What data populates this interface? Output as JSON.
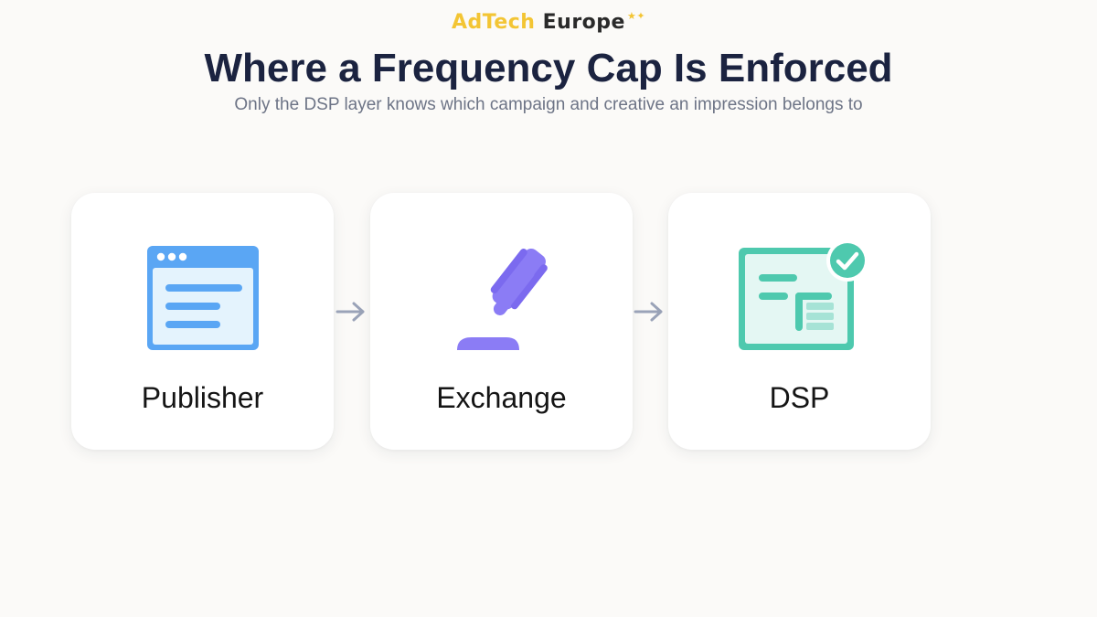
{
  "brand": {
    "part1": "AdTech",
    "part2": "Europe",
    "stars": "★✦"
  },
  "title": "Where a Frequency Cap Is Enforced",
  "subtitle": "Only the DSP layer knows which campaign and creative an impression belongs to",
  "cards": [
    {
      "label": "Publisher",
      "icon": "browser-window-icon"
    },
    {
      "label": "Exchange",
      "icon": "auction-gavel-icon"
    },
    {
      "label": "DSP",
      "icon": "dashboard-check-icon"
    }
  ],
  "flow_arrows": [
    "arrow-right-icon",
    "arrow-right-icon"
  ],
  "colors": {
    "background": "#fbfaf8",
    "title": "#1b2340",
    "subtitle": "#6d7486",
    "brand_gold": "#f3c534",
    "publisher_blue": "#5aa6f4",
    "exchange_purple": "#8b7cf5",
    "dsp_teal": "#4ec9ae",
    "arrow": "#9aa3b8"
  }
}
